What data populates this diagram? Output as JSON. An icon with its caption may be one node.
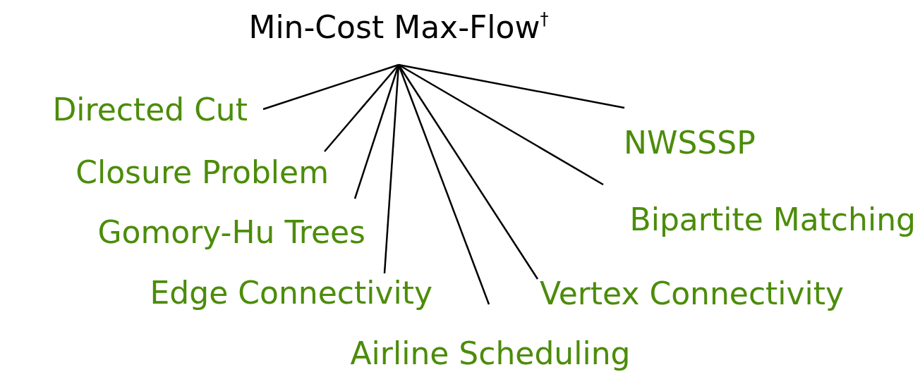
{
  "diagram": {
    "nodes": [
      {
        "text": [
          "Min-Cost Max-Flow$^{†}$"
        ]
      },
      {
        "text": [
          "Directed Cut"
        ]
      },
      {
        "text": [
          "Closure Problem"
        ]
      },
      {
        "text": [
          "Gomory-Hu Trees"
        ]
      },
      {
        "text": [
          "Edge Connectivity"
        ]
      },
      {
        "text": [
          "Airline Scheduling"
        ]
      },
      {
        "text": [
          "Vertex Connectivity"
        ]
      },
      {
        "text": [
          "Bipartite Matching"
        ]
      },
      {
        "text": [
          "NWSSSP"
        ]
      }
    ],
    "edges": [
      {
        "from": 0,
        "to": 1,
        "arrow": "none"
      },
      {
        "from": 0,
        "to": 2,
        "arrow": "none"
      },
      {
        "from": 0,
        "to": 3,
        "arrow": "none"
      },
      {
        "from": 0,
        "to": 4,
        "arrow": "none"
      },
      {
        "from": 0,
        "to": 5,
        "arrow": "none"
      },
      {
        "from": 0,
        "to": 6,
        "arrow": "none"
      },
      {
        "from": 0,
        "to": 7,
        "arrow": "none"
      },
      {
        "from": 0,
        "to": 8,
        "arrow": "none"
      }
    ]
  }
}
